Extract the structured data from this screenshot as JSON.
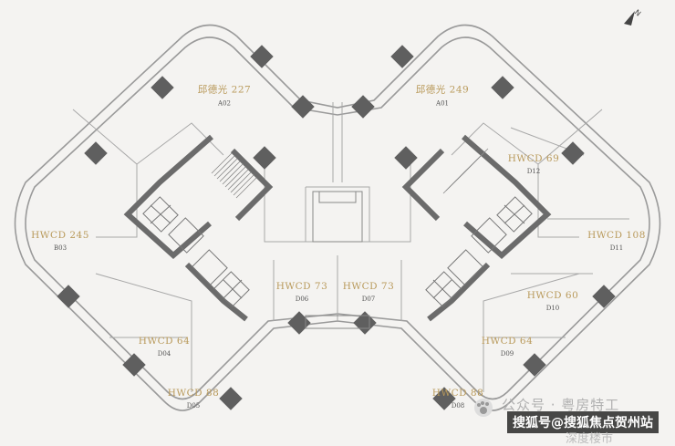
{
  "colors": {
    "background": "#f4f3f1",
    "outline": "#9a9a9a",
    "wall": "#6b6b6b",
    "label_gold": "#b99a5b"
  },
  "compass": {
    "letter": "N",
    "icon": "north-arrow-icon"
  },
  "units": [
    {
      "id": "a02",
      "name": "邱德光 227",
      "code": "A02"
    },
    {
      "id": "a01",
      "name": "邱德光 249",
      "code": "A01"
    },
    {
      "id": "b03",
      "name": "HWCD 245",
      "code": "B03"
    },
    {
      "id": "d12",
      "name": "HWCD 69",
      "code": "D12"
    },
    {
      "id": "d11",
      "name": "HWCD 108",
      "code": "D11"
    },
    {
      "id": "d10",
      "name": "HWCD 60",
      "code": "D10"
    },
    {
      "id": "d06",
      "name": "HWCD 73",
      "code": "D06"
    },
    {
      "id": "d07",
      "name": "HWCD 73",
      "code": "D07"
    },
    {
      "id": "d04",
      "name": "HWCD 64",
      "code": "D04"
    },
    {
      "id": "d09",
      "name": "HWCD 64",
      "code": "D09"
    },
    {
      "id": "d05",
      "name": "HWCD 88",
      "code": "D05"
    },
    {
      "id": "d08",
      "name": "HWCD 88",
      "code": "D08"
    }
  ],
  "watermark": {
    "line1": "公众号 · 粤房特工",
    "line2": "搜狐号@搜狐焦点贺州站",
    "line3": "深度楼市"
  }
}
